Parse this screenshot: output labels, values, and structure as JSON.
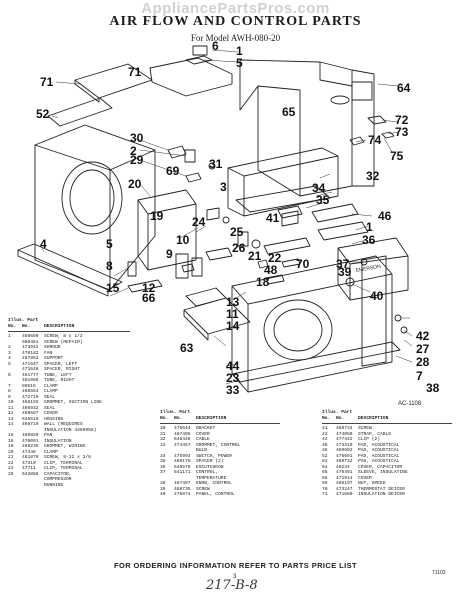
{
  "watermark": "AppliancePartsPros.com",
  "header": {
    "title": "AIR FLOW AND CONTROL PARTS",
    "model": "For Model AWH-080-20"
  },
  "diagram": {
    "callouts": [
      "1",
      "2",
      "3",
      "4",
      "5",
      "6",
      "7",
      "8",
      "9",
      "10",
      "11",
      "12",
      "13",
      "14",
      "15",
      "18",
      "19",
      "20",
      "21",
      "22",
      "23",
      "24",
      "25",
      "26",
      "27",
      "28",
      "29",
      "30",
      "31",
      "32",
      "33",
      "34",
      "35",
      "36",
      "37",
      "38",
      "39",
      "40",
      "41",
      "42",
      "44",
      "46",
      "48",
      "52",
      "63",
      "64",
      "65",
      "66",
      "69",
      "70",
      "71",
      "72",
      "73",
      "74",
      "75"
    ],
    "emerson_label": "EMERSON",
    "code": "AC-1108"
  },
  "parts_table": {
    "headers": {
      "illus_line1": "Illus. Part",
      "illus_line2": "No.",
      "part_no": "No.",
      "description": "DESCRIPTION"
    },
    "col1": [
      {
        "no": "1",
        "part": "488680",
        "desc": "SCREW, 8 x 1/2"
      },
      {
        "no": "",
        "part": "980481",
        "desc": "SCREW (REPAIR)"
      },
      {
        "no": "2",
        "part": "473942",
        "desc": "SHROUD"
      },
      {
        "no": "3",
        "part": "470182",
        "desc": "FAN"
      },
      {
        "no": "4",
        "part": "467853",
        "desc": "SUPPORT"
      },
      {
        "no": "5",
        "part": "471647",
        "desc": "SPACER, LEFT"
      },
      {
        "no": "",
        "part": "471648",
        "desc": "SPACER, RIGHT"
      },
      {
        "no": "6",
        "part": "461777",
        "desc": "TUBE, LEFT"
      },
      {
        "no": "",
        "part": "461666",
        "desc": "TUBE, RIGHT"
      },
      {
        "no": "7",
        "part": "89615",
        "desc": "CLAMP"
      },
      {
        "no": "8",
        "part": "468583",
        "desc": "CLAMP"
      },
      {
        "no": "9",
        "part": "472719",
        "desc": "SEAL"
      },
      {
        "no": "10",
        "part": "466155",
        "desc": "GROMMET, SUCTION LINE"
      },
      {
        "no": "11",
        "part": "466932",
        "desc": "SEAL"
      },
      {
        "no": "12",
        "part": "469687",
        "desc": "COVER"
      },
      {
        "no": "13",
        "part": "646519",
        "desc": "HOUSING"
      },
      {
        "no": "14",
        "part": "466710",
        "desc": "WALL (REQUIRES"
      },
      {
        "no": "",
        "part": "",
        "desc": "INSULATION 4469958)"
      },
      {
        "no": "15",
        "part": "469920",
        "desc": "PAN"
      },
      {
        "no": "18",
        "part": "470091",
        "desc": "INSULATION"
      },
      {
        "no": "19",
        "part": "469235",
        "desc": "GROMMET, WIRING"
      },
      {
        "no": "20",
        "part": "47348",
        "desc": "CLAMP"
      },
      {
        "no": "21",
        "part": "481870",
        "desc": "SCREW, 8-32 x 3/8"
      },
      {
        "no": "22",
        "part": "47310",
        "desc": "CLIP, TERMINAL"
      },
      {
        "no": "23",
        "part": "47711",
        "desc": "CLIP, TERMINAL"
      },
      {
        "no": "29",
        "part": "643868",
        "desc": "CAPACITOR,"
      },
      {
        "no": "",
        "part": "",
        "desc": "COMPRESSOR"
      },
      {
        "no": "",
        "part": "",
        "desc": "RUNNING"
      }
    ],
    "col2": [
      {
        "no": "30",
        "part": "476644",
        "desc": "BRACKET"
      },
      {
        "no": "31",
        "part": "467405",
        "desc": "COVER"
      },
      {
        "no": "32",
        "part": "646448",
        "desc": "CABLE"
      },
      {
        "no": "33",
        "part": "474457",
        "desc": "GROMMET, CONTROL"
      },
      {
        "no": "",
        "part": "",
        "desc": "BULB"
      },
      {
        "no": "34",
        "part": "475993",
        "desc": "SWITCH, POWER"
      },
      {
        "no": "35",
        "part": "469175",
        "desc": "SPACER (2)"
      },
      {
        "no": "36",
        "part": "646578",
        "desc": "ESCUTCHEON"
      },
      {
        "no": "37",
        "part": "641171",
        "desc": "CONTROL,"
      },
      {
        "no": "",
        "part": "",
        "desc": "TEMPERATURE"
      },
      {
        "no": "38",
        "part": "467487",
        "desc": "KNOB, CONTROL"
      },
      {
        "no": "39",
        "part": "488735",
        "desc": "SCREW"
      },
      {
        "no": "40",
        "part": "476874",
        "desc": "PANEL, CONTROL"
      }
    ],
    "col3": [
      {
        "no": "41",
        "part": "488734",
        "desc": "SCREW"
      },
      {
        "no": "42",
        "part": "474050",
        "desc": "STRAP, CABLE"
      },
      {
        "no": "44",
        "part": "477442",
        "desc": "CLIP (2)"
      },
      {
        "no": "46",
        "part": "473310",
        "desc": "PAD, ACOUSTICAL"
      },
      {
        "no": "48",
        "part": "469692",
        "desc": "PAD, ACOUSTICAL"
      },
      {
        "no": "52",
        "part": "476691",
        "desc": "PAD, ACOUSTICAL"
      },
      {
        "no": "63",
        "part": "469732",
        "desc": "PAD, ACOUSTICAL"
      },
      {
        "no": "64",
        "part": "40234",
        "desc": "COVER, CAPACITOR"
      },
      {
        "no": "65",
        "part": "476491",
        "desc": "SLEEVE, INSULATING"
      },
      {
        "no": "66",
        "part": "471914",
        "desc": "COVER"
      },
      {
        "no": "69",
        "part": "466197",
        "desc": "NUT, SPEED"
      },
      {
        "no": "70",
        "part": "473247",
        "desc": "THERMOSTAT DEICER"
      },
      {
        "no": "71",
        "part": "471680",
        "desc": "INSULATION DEICER"
      }
    ]
  },
  "footer": {
    "notice": "FOR ORDERING INFORMATION REFER TO PARTS PRICE LIST",
    "page": "3",
    "doc_ref": "71103",
    "handwritten": "217-B-8"
  }
}
